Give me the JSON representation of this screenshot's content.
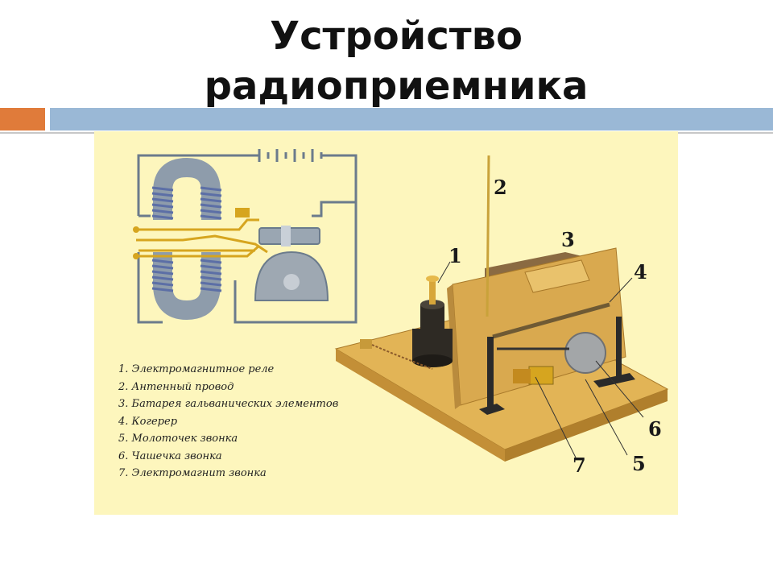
{
  "slide": {
    "title_line1": "Устройство",
    "title_line2": "радиоприемника"
  },
  "figure": {
    "legend": [
      "1. Электромагнитное реле",
      "2. Антенный провод",
      "3. Батарея гальванических элементов",
      "4. Когерер",
      "5. Молоточек звонка",
      "6. Чашечка звонка",
      "7. Электромагнит звонка"
    ],
    "callouts": [
      "1",
      "2",
      "3",
      "4",
      "5",
      "6",
      "7"
    ]
  },
  "colors": {
    "accent_orange": "#e07b3a",
    "accent_blue": "#9ab8d6",
    "figure_background": "#fdf6bd"
  }
}
